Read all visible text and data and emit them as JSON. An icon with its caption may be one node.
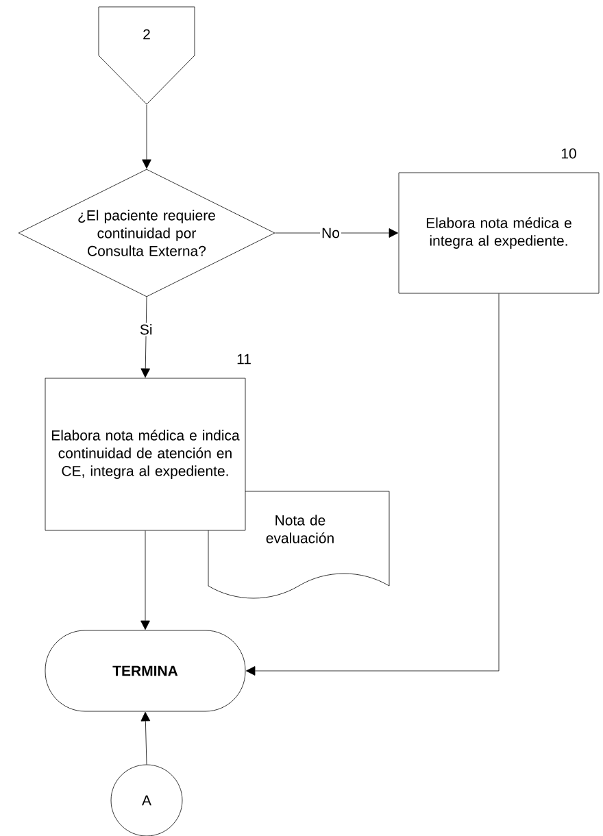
{
  "diagram": {
    "nodes": [
      {
        "text": [
          "2"
        ]
      },
      {
        "text": [
          "¿El paciente requiere continuidad por Consulta Externa?"
        ]
      },
      {
        "text": [
          "Elabora nota médica e integra al expediente."
        ],
        "beside": [
          "10"
        ]
      },
      {
        "text": [
          "Elabora nota médica e indica continuidad de atención en CE, integra al expediente."
        ],
        "beside": [
          "11"
        ]
      },
      {
        "text": [
          "Nota de evaluación"
        ]
      },
      {
        "text": [
          "TERMINA"
        ]
      },
      {
        "text": [
          "A"
        ]
      }
    ],
    "edges": [
      {
        "from": 0,
        "to": 1,
        "arrow": "to"
      },
      {
        "from": 1,
        "to": 2,
        "arrow": "to",
        "label": "No"
      },
      {
        "from": 1,
        "to": 3,
        "arrow": "to",
        "label": "Si"
      },
      {
        "from": 3,
        "to": 5,
        "arrow": "to"
      },
      {
        "from": 2,
        "to": 5,
        "arrow": "to"
      },
      {
        "from": 6,
        "to": 5,
        "arrow": "to"
      }
    ]
  }
}
